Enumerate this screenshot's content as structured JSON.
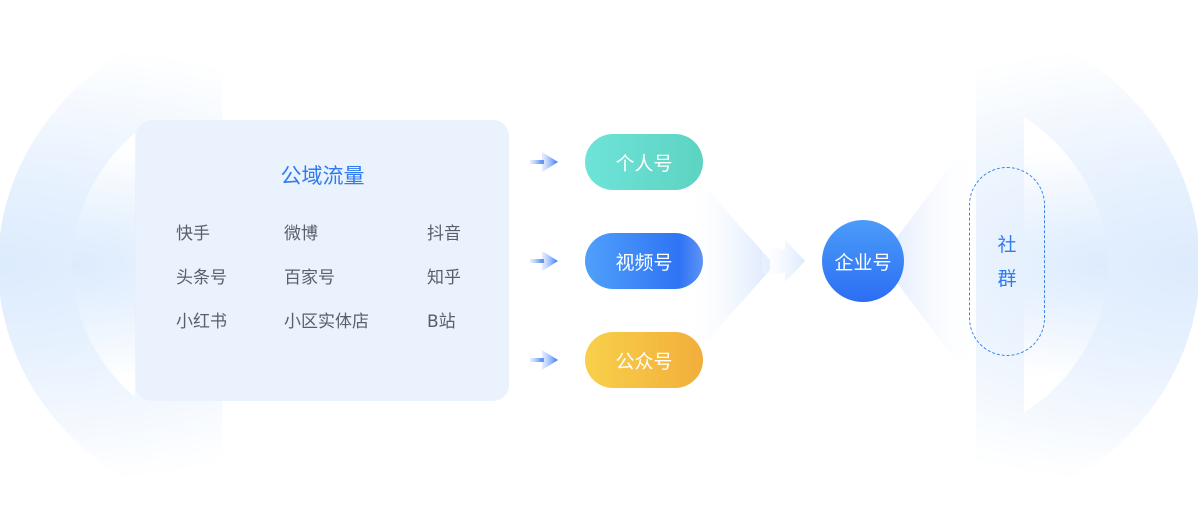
{
  "public_traffic": {
    "title": "公域流量",
    "platforms": [
      [
        "快手",
        "微博",
        "抖音"
      ],
      [
        "头条号",
        "百家号",
        "知乎"
      ],
      [
        "小红书",
        "小区实体店",
        "B站"
      ]
    ]
  },
  "channels": [
    {
      "label": "个人号",
      "color": "#62dacb"
    },
    {
      "label": "视频号",
      "color": "#3a80f6"
    },
    {
      "label": "公众号",
      "color": "#f4bd41"
    }
  ],
  "enterprise": {
    "label": "企业号",
    "color": "#3580f6"
  },
  "community": {
    "chars": [
      "社",
      "群"
    ],
    "border_color": "#3d83ef"
  },
  "icons": {
    "arrow": "arrow-right-icon",
    "merge_arrow": "merge-arrow-icon"
  }
}
